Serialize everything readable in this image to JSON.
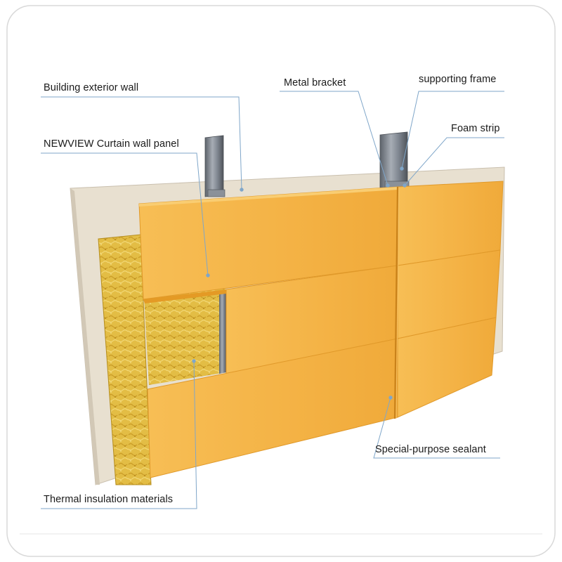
{
  "diagram": {
    "labels": {
      "building_exterior_wall": "Building exterior wall",
      "curtain_wall_panel": "NEWVIEW Curtain wall panel",
      "metal_bracket": "Metal bracket",
      "supporting_frame": "supporting frame",
      "foam_strip": "Foam strip",
      "sealant": "Special-purpose sealant",
      "thermal_insulation": "Thermal insulation materials"
    },
    "colors": {
      "panel": "#f4b346",
      "panel_shadow": "#e49a25",
      "insulation": "#e6c24a",
      "wall": "#e8e0d0",
      "steel": "#7c838d",
      "leader": "#7fa6c9",
      "frame_border": "#d9d9d9"
    }
  }
}
